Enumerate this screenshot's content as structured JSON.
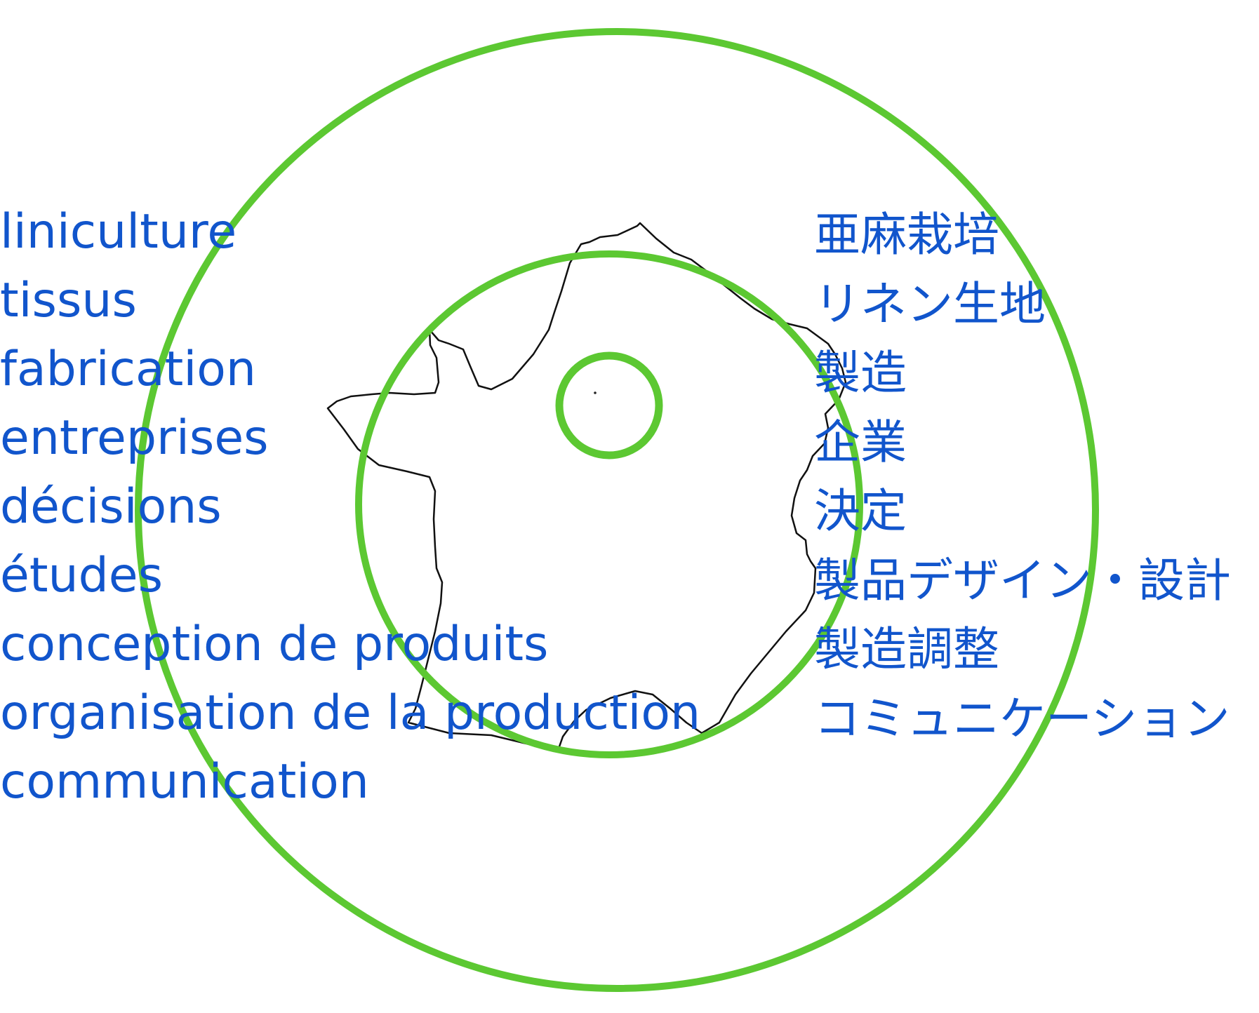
{
  "colors": {
    "rings": "#5cc832",
    "text": "#1155cc",
    "outline": "#111111",
    "background": "#ffffff"
  },
  "map": {
    "shape_icon": "france-outline-icon",
    "ring_icon": "concentric-rings-icon"
  },
  "french_terms": [
    "liniculture",
    "tissus",
    "fabrication",
    "entreprises",
    "décisions",
    "études",
    "conception de produits",
    "organisation de la production",
    "communication"
  ],
  "japanese_terms": [
    "亜麻栽培",
    "リネン生地",
    "製造",
    "企業",
    "決定",
    "製品デザイン・設計",
    "製造調整",
    "コミュニケーション"
  ]
}
